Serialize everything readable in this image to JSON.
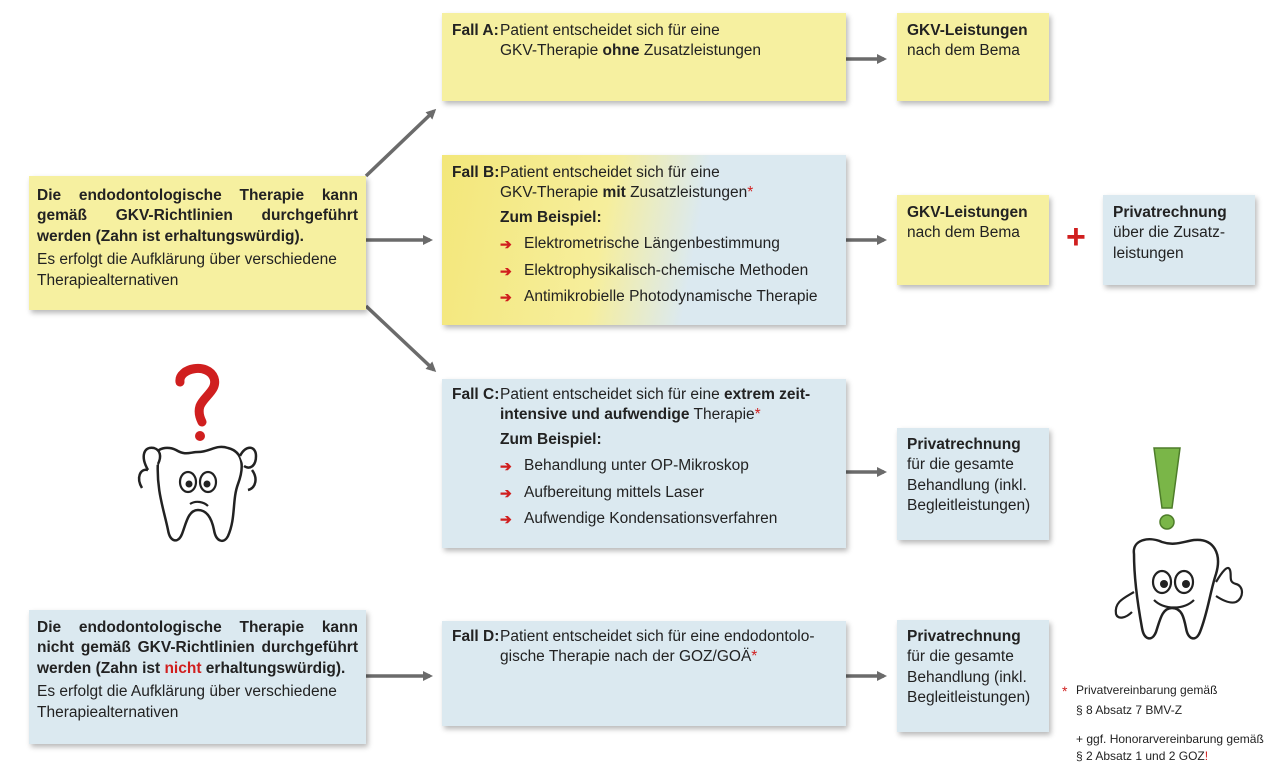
{
  "left_top": {
    "bold_text": "Die endodontologische Therapie kann gemäß GKV-Richtlinien durchgeführt werden (Zahn ist erhaltungswürdig).",
    "normal_text": "Es erfolgt die Aufklärung über verschiedene Therapiealternativen"
  },
  "left_bottom": {
    "bold_pre": "Die endodontologische Therapie kann nicht gemäß GKV-Richtlinien durchgeführt werden (Zahn ist ",
    "bold_red": "nicht",
    "bold_post": " erhaltungswürdig).",
    "normal_text": "Es erfolgt die Aufklärung über verschiedene Therapiealternativen"
  },
  "fall_a": {
    "label": "Fall A:",
    "line1": "Patient entscheidet sich für eine",
    "line2_pre": "GKV-Therapie ",
    "line2_bold": "ohne",
    "line2_post": " Zusatzleistungen"
  },
  "fall_b": {
    "label": "Fall B:",
    "line1": "Patient entscheidet sich für eine",
    "line2_pre": "GKV-Therapie ",
    "line2_bold": "mit",
    "line2_post": " Zusatzleistungen",
    "asterisk": "*",
    "example_title": "Zum Beispiel:",
    "examples": [
      "Elektrometrische Längenbestimmung",
      "Elektrophysikalisch-chemische Methoden",
      "Antimikrobielle Photodynamische Therapie"
    ]
  },
  "fall_c": {
    "label": "Fall C:",
    "line1_pre": "Patient entscheidet sich für eine ",
    "line1_bold": "extrem zeit-",
    "line2_bold": "intensive und aufwendige",
    "line2_post": " Therapie",
    "asterisk": "*",
    "example_title": "Zum Beispiel:",
    "examples": [
      "Behandlung unter OP-Mikroskop",
      "Aufbereitung mittels Laser",
      "Aufwendige Kondensationsverfahren"
    ]
  },
  "fall_d": {
    "label": "Fall D:",
    "line1": "Patient entscheidet sich für eine endodontolo-",
    "line2": "gische Therapie nach der GOZ/GOÄ",
    "asterisk": "*"
  },
  "result_a": {
    "title": "GKV-Leistungen",
    "text": "nach dem Bema"
  },
  "result_b": {
    "title": "GKV-Leistungen",
    "text": "nach dem Bema"
  },
  "result_b_private": {
    "title": "Privatrechnung",
    "text": "über die Zusatz-leistungen"
  },
  "plus_sign": "+",
  "result_c": {
    "title": "Privatrechnung",
    "text": "für die gesamte Behandlung (inkl. Begleitleistungen)"
  },
  "result_d": {
    "title": "Privatrechnung",
    "text": "für die gesamte Behandlung (inkl. Begleitleistungen)"
  },
  "bullet_glyph": "➔",
  "footnote": {
    "asterisk": "*",
    "line1": "Privatvereinbarung gemäß",
    "line2": "§ 8 Absatz 7 BMV-Z",
    "line3": "+ ggf. Honorarvereinbarung gemäß",
    "line4_pre": "§ 2 Absatz 1 und 2 GOZ",
    "line4_red": "!"
  },
  "colors": {
    "yellow": "#f6f0a0",
    "blue": "#dbe9f0",
    "accent_red": "#d01f1f",
    "arrow_gray": "#6b6b6b",
    "exclamation_green": "#7ab648"
  },
  "icons": {
    "question_mascot": "confused-tooth-with-question-mark",
    "happy_mascot": "happy-tooth-with-exclamation-mark-thumbs-up"
  }
}
